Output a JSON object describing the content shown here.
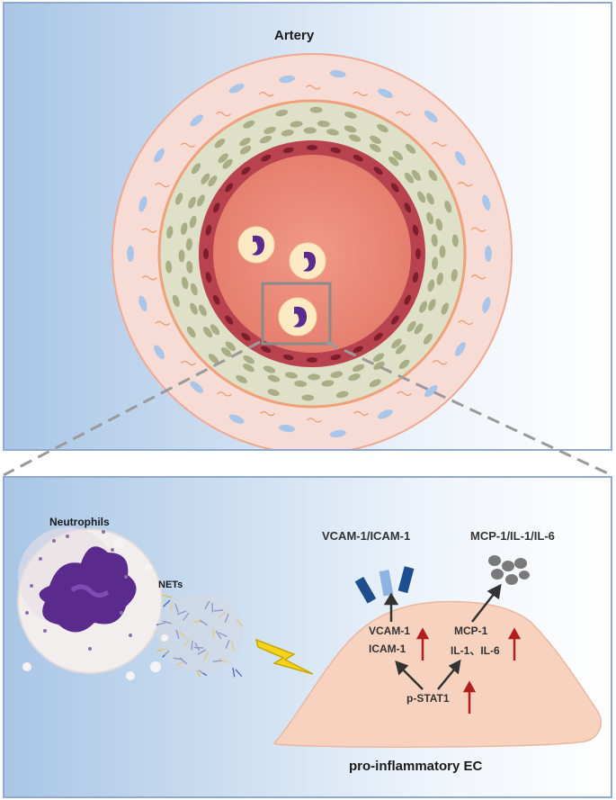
{
  "top": {
    "title": "Artery"
  },
  "bottom": {
    "neutrophils_label": "Neutrophils",
    "nets_label": "NETs",
    "adhesion_label": "VCAM-1/ICAM-1",
    "cytokine_label": "MCP-1/IL-1/IL-6",
    "vcam": "VCAM-1",
    "icam": "ICAM-1",
    "mcp": "MCP-1",
    "il": "IL-1、IL-6",
    "pstat": "p-STAT1",
    "caption": "pro-inflammatory EC"
  },
  "colors": {
    "adventitia": "#f7dcd6",
    "media": "#d9dcc2",
    "intima": "#b8434f",
    "lumen": "#ec8f7c",
    "neutrophil_nucleus": "#5a2a8c",
    "ec_cell": "#f7d3bf",
    "up_arrow": "#b01e1e",
    "receptor_dark": "#1f4e8f",
    "receptor_light": "#8fb3e0"
  }
}
